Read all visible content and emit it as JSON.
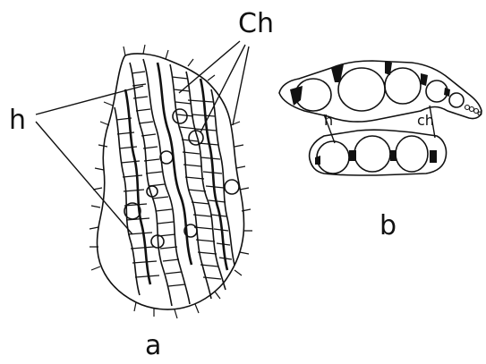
{
  "labels": {
    "h_big": "h",
    "ch_big": "Ch",
    "a": "a",
    "b": "b",
    "h_small": "h",
    "ch_small": "ch"
  },
  "colors": {
    "ink": "#111111",
    "background": "#ffffff"
  }
}
